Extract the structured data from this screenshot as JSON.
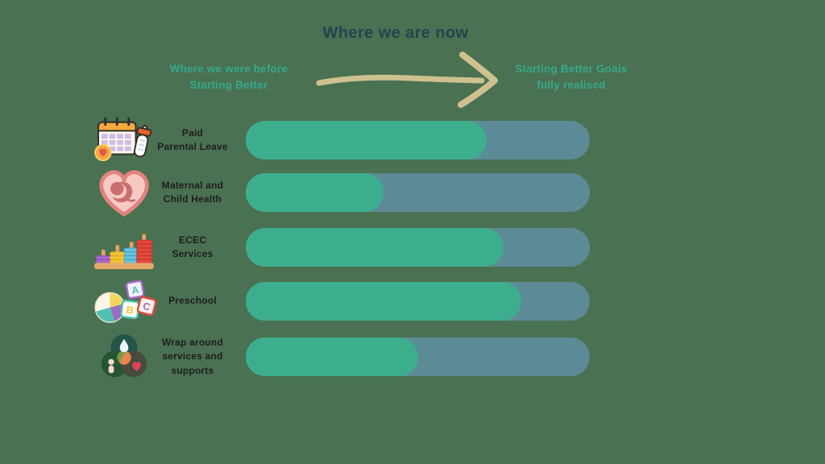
{
  "page": {
    "title": "Where we are now"
  },
  "colors": {
    "background": "#4A7152",
    "title_text": "#27434F",
    "header_text": "#35A98C",
    "arrow": "#CDC18D",
    "row_label_text": "#1E1E1E",
    "bar_track": "#5C8B97",
    "bar_fill": "#3CAE8E"
  },
  "chart_data": {
    "type": "bar",
    "orientation": "horizontal",
    "title": "Where we are now",
    "start_label": "Where we were before\nStarting Better",
    "end_label": "Starting Better Goals\nfully realised",
    "legend": "none",
    "grid": false,
    "xlim": [
      0,
      100
    ],
    "unit": "percent progress from start state to goal (estimated from bar lengths)",
    "arrow_icon": "hand-drawn-right-arrow-icon",
    "categories": [
      "Paid Parental Leave",
      "Maternal and Child Health",
      "ECEC Services",
      "Preschool",
      "Wrap around services and supports"
    ],
    "values": [
      70,
      40,
      75,
      80,
      50
    ],
    "rows": [
      {
        "label": "Paid\nParental Leave",
        "icon": "calendar-and-baby-bottle-icon",
        "value": 70
      },
      {
        "label": "Maternal and\nChild Health",
        "icon": "heart-with-fetus-icon",
        "value": 40
      },
      {
        "label": "ECEC\nServices",
        "icon": "stacking-rings-toy-icon",
        "value": 75
      },
      {
        "label": "Preschool",
        "icon": "ball-and-abc-blocks-icon",
        "value": 80
      },
      {
        "label": "Wrap around\nservices and\nsupports",
        "icon": "venn-three-circles-icon",
        "value": 50
      }
    ]
  }
}
